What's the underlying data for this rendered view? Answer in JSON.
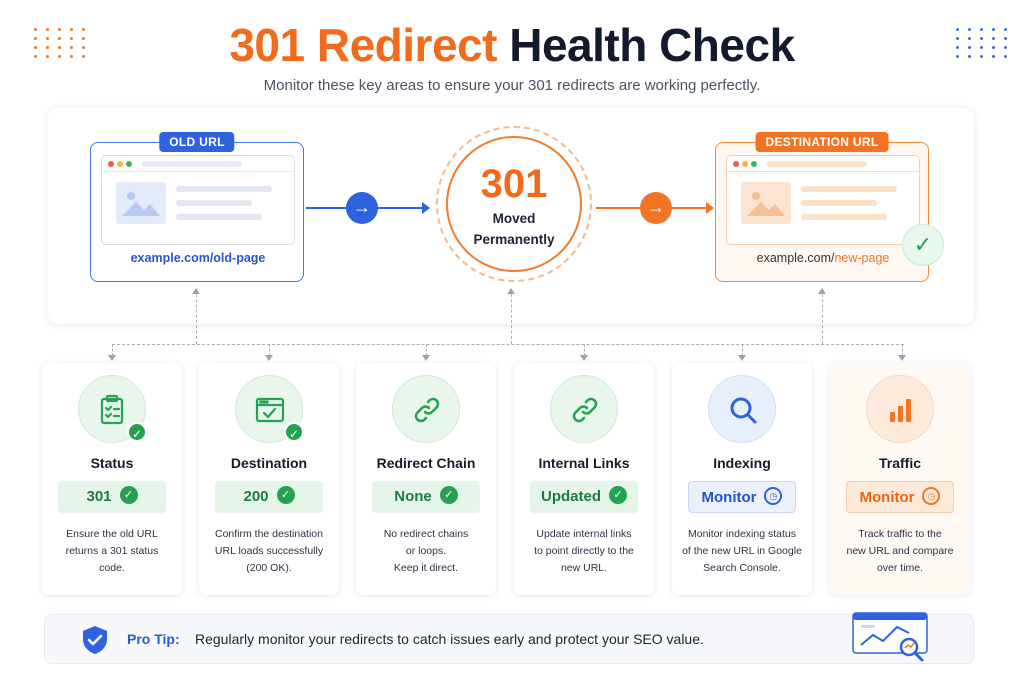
{
  "title": {
    "part1": "301 Redirect",
    "part2": "Health Check"
  },
  "subtitle": "Monitor these key areas to ensure your 301 redirects are working perfectly.",
  "flow": {
    "old_label": "OLD URL",
    "old_url": "example.com/old-page",
    "center_code": "301",
    "center_line1": "Moved",
    "center_line2": "Permanently",
    "destination_label": "DESTINATION URL",
    "new_url_prefix": "example.com/",
    "new_url_highlight": "new-page"
  },
  "cards": [
    {
      "title": "Status",
      "value": "301",
      "desc": [
        "Ensure the old URL",
        "returns a 301 status",
        "code."
      ],
      "icon": "clipboard-check-icon",
      "value_icon": "check-icon"
    },
    {
      "title": "Destination",
      "value": "200",
      "desc": [
        "Confirm the destination",
        "URL loads successfully",
        "(200 OK)."
      ],
      "icon": "browser-check-icon",
      "value_icon": "check-icon"
    },
    {
      "title": "Redirect Chain",
      "value": "None",
      "desc": [
        "No redirect chains",
        "or loops.",
        "Keep it direct."
      ],
      "icon": "link-icon",
      "value_icon": "check-icon"
    },
    {
      "title": "Internal Links",
      "value": "Updated",
      "desc": [
        "Update internal links",
        "to point directly to the",
        "new URL."
      ],
      "icon": "link-icon",
      "value_icon": "check-icon"
    },
    {
      "title": "Indexing",
      "value": "Monitor",
      "desc": [
        "Monitor indexing status",
        "of the new URL in Google",
        "Search Console."
      ],
      "icon": "magnifier-icon",
      "value_icon": "clock-icon"
    },
    {
      "title": "Traffic",
      "value": "Monitor",
      "desc": [
        "Track traffic to the",
        "new URL and compare",
        "over time."
      ],
      "icon": "bar-chart-icon",
      "value_icon": "clock-icon"
    }
  ],
  "pro_tip": {
    "label": "Pro Tip:",
    "text": "Regularly monitor your redirects to catch issues early and protect your SEO value."
  },
  "colors": {
    "orange": "#f26a1b",
    "blue": "#2f63de",
    "green": "#25a250",
    "dark": "#131a2e"
  }
}
